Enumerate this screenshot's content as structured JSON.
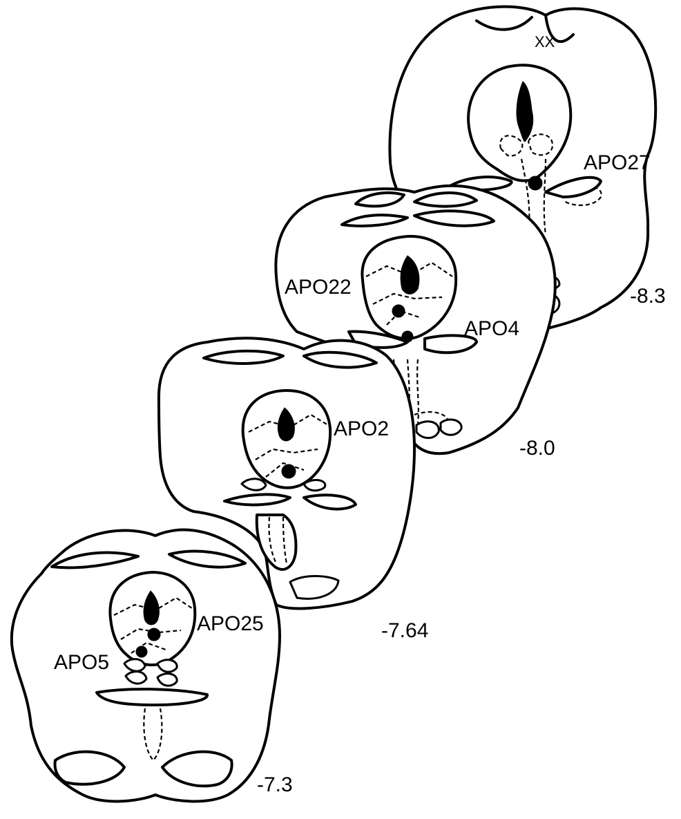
{
  "labels": {
    "apo27": "APO27",
    "apo22": "APO22",
    "apo4": "APO4",
    "apo2": "APO2",
    "apo25": "APO25",
    "apo5": "APO5"
  },
  "levels": {
    "s1": "-8.3",
    "s2": "-8.0",
    "s3": "-7.64",
    "s4": "-7.3"
  },
  "colors": {
    "ink": "#000000",
    "paper": "#ffffff"
  }
}
